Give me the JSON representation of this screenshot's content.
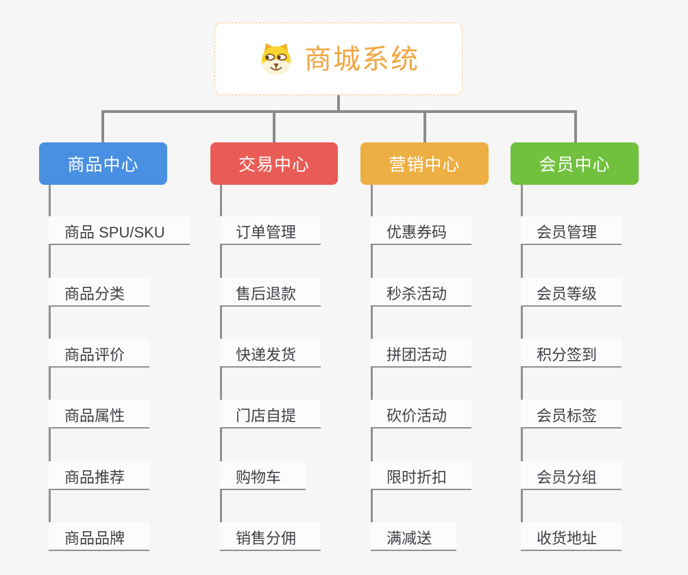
{
  "page": {
    "background": "#F6F6F6",
    "connector_color": "#8A8A8A"
  },
  "root": {
    "label": "商城系统",
    "icon": "doge-face-icon",
    "text_color": "#F0A642",
    "border_color": "#F2C17D"
  },
  "branches": [
    {
      "label": "商品中心",
      "color": "#4A90E2",
      "children": [
        "商品 SPU/SKU",
        "商品分类",
        "商品评价",
        "商品属性",
        "商品推荐",
        "商品品牌"
      ]
    },
    {
      "label": "交易中心",
      "color": "#E95C55",
      "children": [
        "订单管理",
        "售后退款",
        "快递发货",
        "门店自提",
        "购物车",
        "销售分佣"
      ]
    },
    {
      "label": "营销中心",
      "color": "#EDAF43",
      "children": [
        "优惠券码",
        "秒杀活动",
        "拼团活动",
        "砍价活动",
        "限时折扣",
        "满减送"
      ]
    },
    {
      "label": "会员中心",
      "color": "#71C13E",
      "children": [
        "会员管理",
        "会员等级",
        "积分签到",
        "会员标签",
        "会员分组",
        "收货地址"
      ]
    }
  ]
}
